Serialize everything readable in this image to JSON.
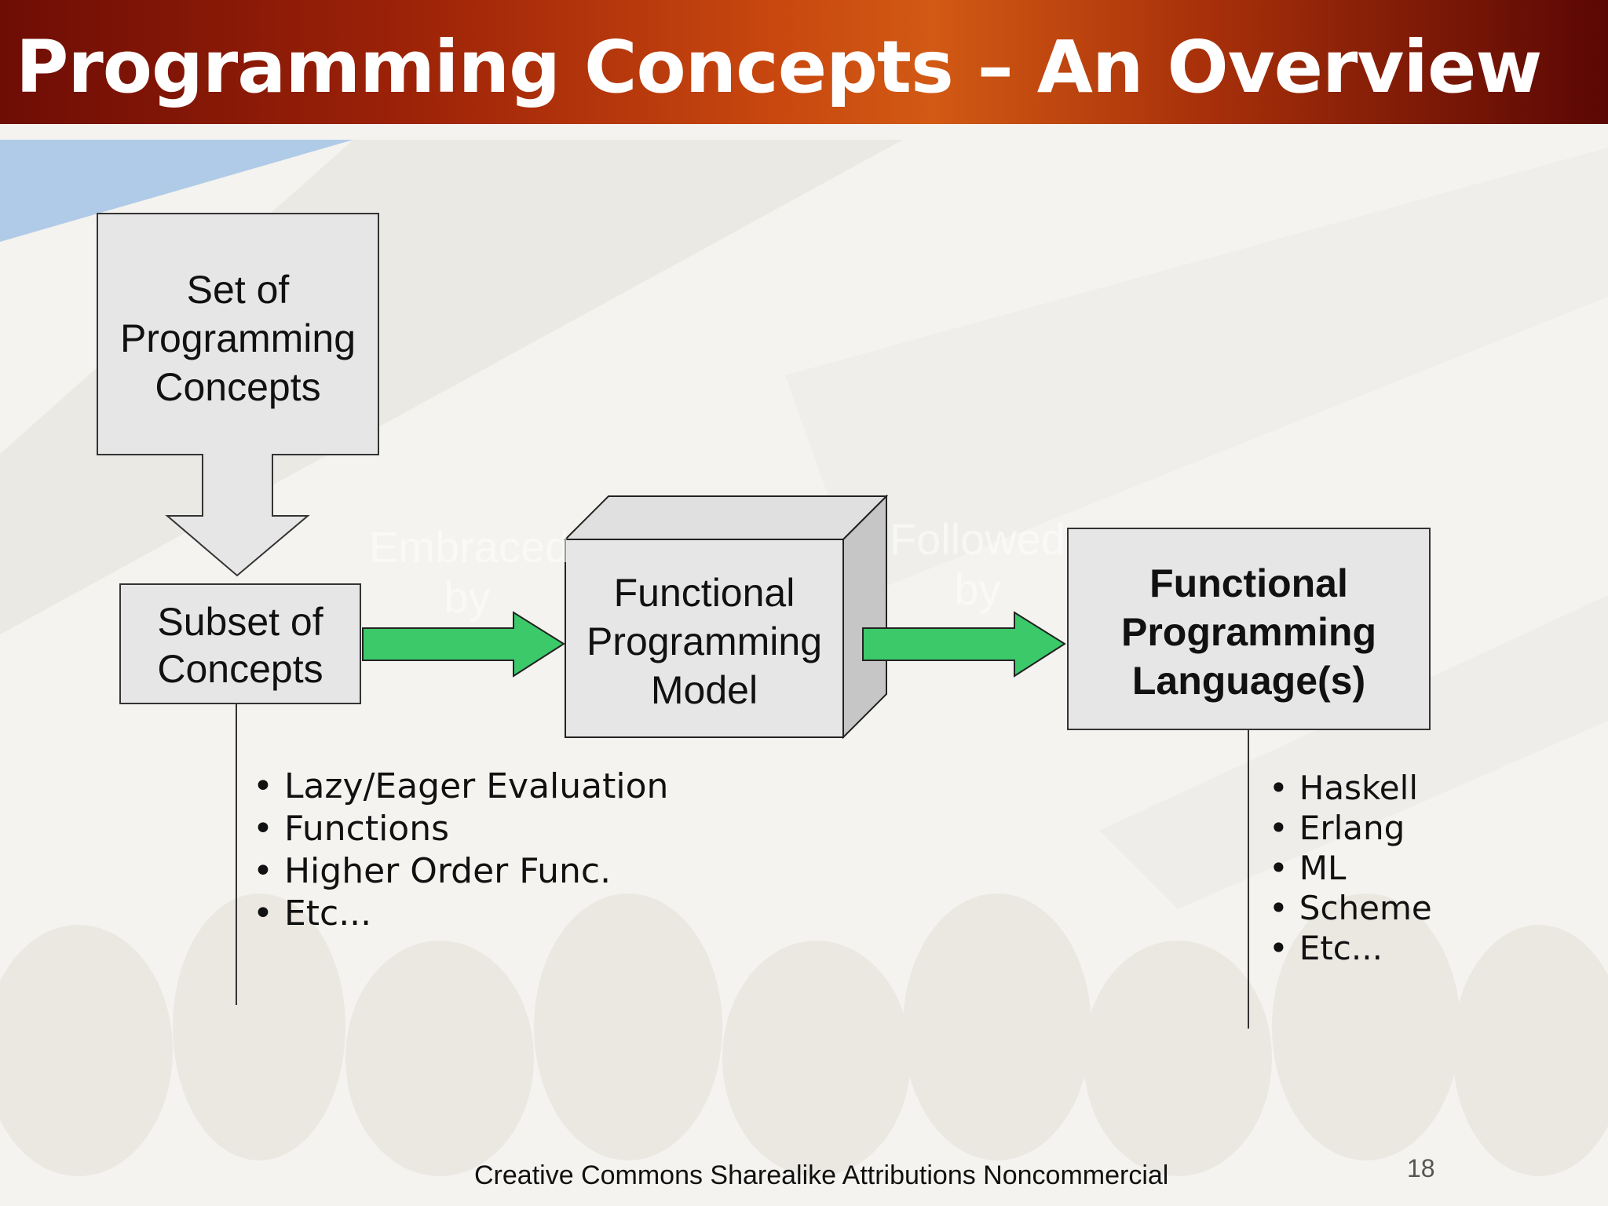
{
  "title": "Programming Concepts – An Overview",
  "boxes": {
    "set_of_concepts": "Set of\nProgramming\nConcepts",
    "subset_of_concepts": "Subset of\nConcepts",
    "fp_model": "Functional\nProgramming\nModel",
    "fp_languages": "Functional\nProgramming\nLanguage(s)"
  },
  "connector_labels": {
    "embraced_by": "Embraced\nby",
    "followed_by": "Followed\nby"
  },
  "concept_bullets": [
    "Lazy/Eager Evaluation",
    "Functions",
    "Higher Order Func.",
    "Etc..."
  ],
  "language_bullets": [
    "Haskell",
    "Erlang",
    "ML",
    "Scheme",
    "Etc..."
  ],
  "footer": "Creative Commons Sharealike Attributions Noncommercial",
  "page_number": "18",
  "colors": {
    "arrow_green": "#3cc96a",
    "box_fill": "#e6e6e6",
    "header_red": "#9c2208"
  }
}
